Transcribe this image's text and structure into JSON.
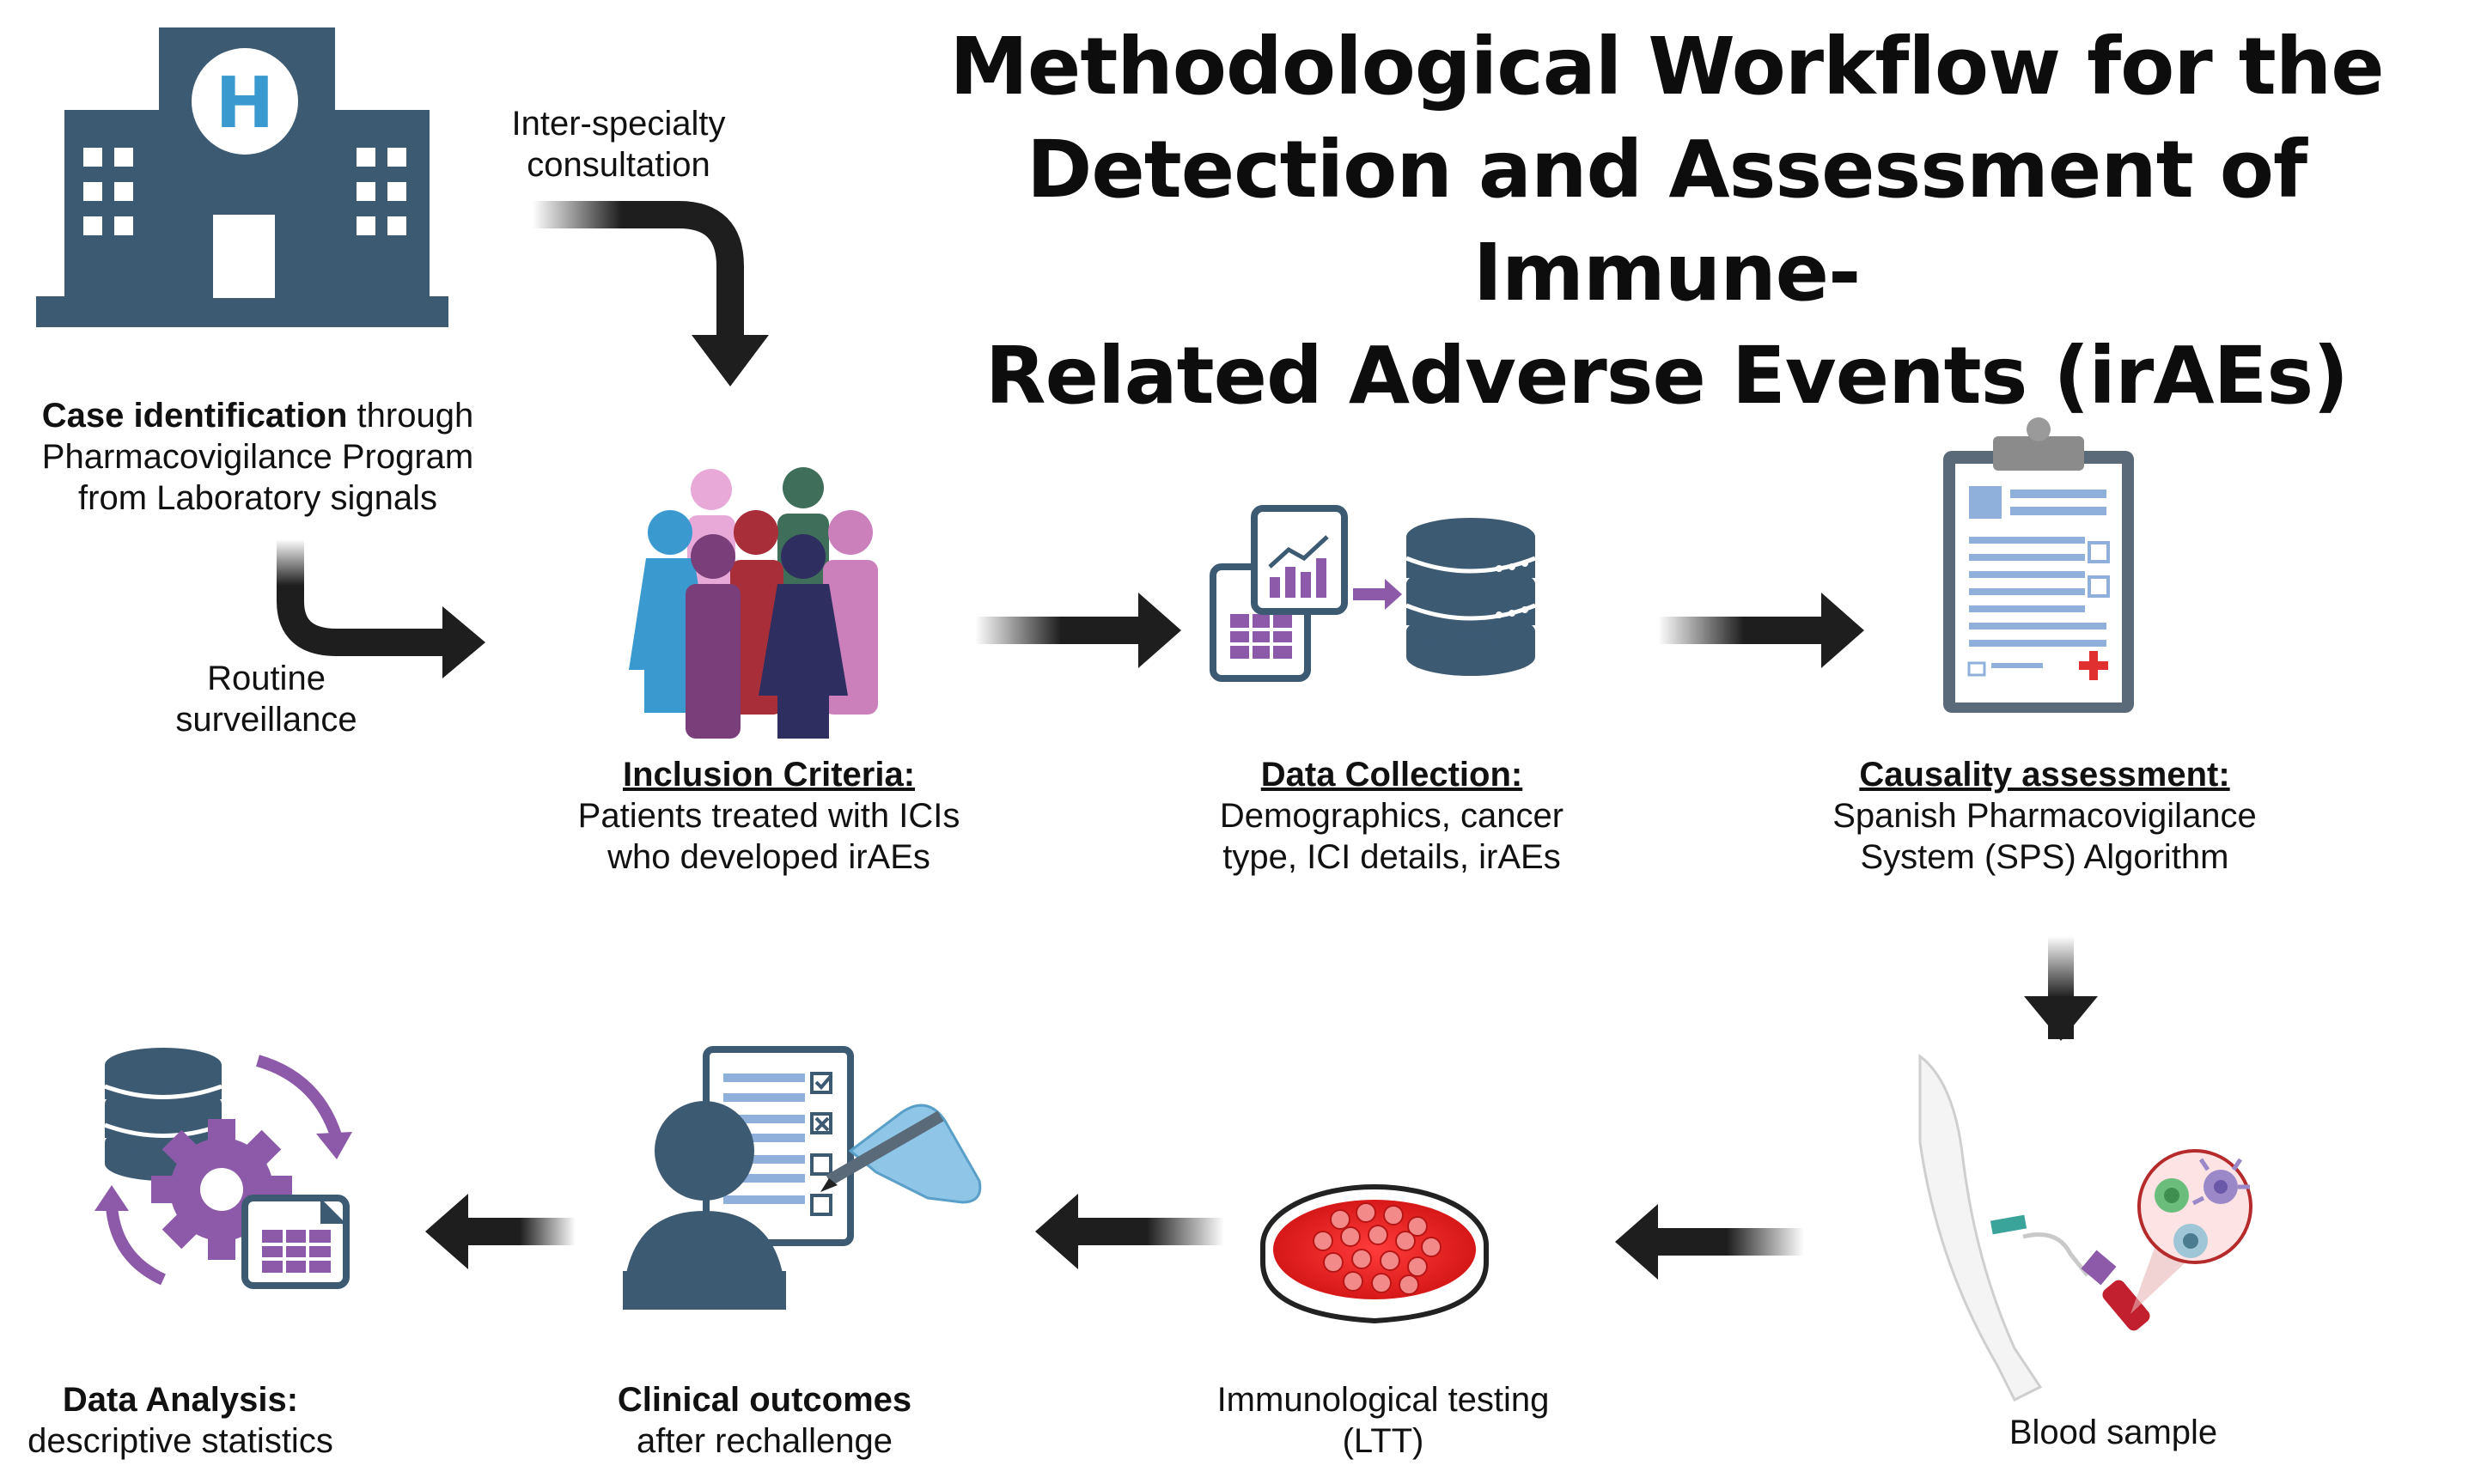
{
  "title": {
    "line1": "Methodological Workflow for the",
    "line2": "Detection and Assessment of Immune-",
    "line3": "Related Adverse Events (irAEs)"
  },
  "inter_specialty": {
    "line1": "Inter-specialty",
    "line2": "consultation"
  },
  "case_identification": {
    "bold": "Case identification",
    "rest": " through",
    "line2": "Pharmacovigilance Program",
    "line3": "from Laboratory signals"
  },
  "routine": {
    "line1": "Routine",
    "line2": "surveillance"
  },
  "inclusion": {
    "heading": "Inclusion Criteria:",
    "line1": "Patients treated with  ICIs",
    "line2": "who developed  irAEs"
  },
  "data_collection": {
    "heading": "Data Collection:",
    "line1": "Demographics, cancer",
    "line2": "type, ICI details, irAEs"
  },
  "causality": {
    "heading": "Causality assessment:",
    "line1": "Spanish Pharmacovigilance",
    "line2": "System (SPS) Algorithm"
  },
  "blood_sample": {
    "label": "Blood sample"
  },
  "immunological": {
    "line1": "Immunological testing",
    "line2": "(LTT)"
  },
  "clinical": {
    "heading": "Clinical outcomes",
    "line1": "after rechallenge"
  },
  "analysis": {
    "heading": "Data Analysis:",
    "line1": "descriptive statistics"
  },
  "hospital": {
    "letter": "H"
  },
  "colors": {
    "slate": "#3d5a73",
    "purple": "#8c5aa8",
    "arrow": "#1e1e1e",
    "red": "#e32626",
    "teal": "#3aa39a"
  }
}
